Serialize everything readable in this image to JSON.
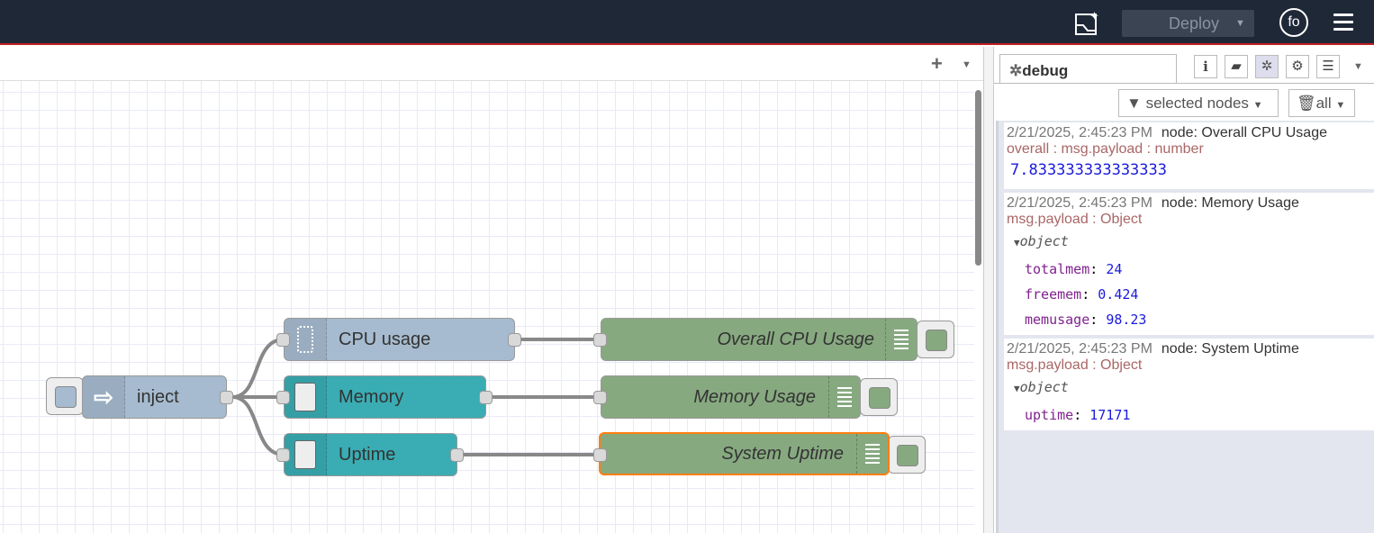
{
  "header": {
    "deploy_label": "Deploy",
    "user_initials": "fo"
  },
  "canvas": {
    "add_label": "+",
    "nodes": {
      "inject": "inject",
      "cpu": "CPU usage",
      "memory": "Memory",
      "uptime": "Uptime",
      "debug_cpu": "Overall CPU Usage",
      "debug_mem": "Memory Usage",
      "debug_uptime": "System Uptime"
    }
  },
  "sidebar": {
    "tab_label": "debug",
    "filter_label": "selected nodes",
    "clear_label": "all",
    "messages": [
      {
        "time": "2/21/2025, 2:45:23 PM",
        "node": "node: Overall CPU Usage",
        "path": "overall : msg.payload : number",
        "value": "7.833333333333333"
      },
      {
        "time": "2/21/2025, 2:45:23 PM",
        "node": "node: Memory Usage",
        "path": "msg.payload : Object",
        "type": "object",
        "fields": [
          {
            "key": "totalmem",
            "value": "24"
          },
          {
            "key": "freemem",
            "value": "0.424"
          },
          {
            "key": "memusage",
            "value": "98.23"
          }
        ]
      },
      {
        "time": "2/21/2025, 2:45:23 PM",
        "node": "node: System Uptime",
        "path": "msg.payload : Object",
        "type": "object",
        "fields": [
          {
            "key": "uptime",
            "value": "17171"
          }
        ]
      }
    ]
  },
  "colors": {
    "header": "#1f2837",
    "function_node": "#a6bbcf",
    "system_node": "#3aacb3",
    "debug_node": "#87a980",
    "selected": "#ff7f0e"
  }
}
